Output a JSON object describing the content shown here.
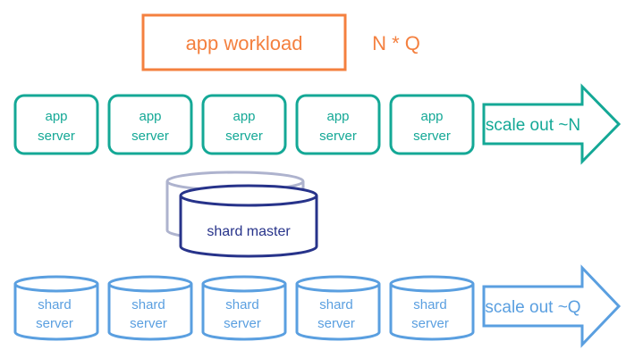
{
  "colors": {
    "workload": "#F4803F",
    "app": "#14A896",
    "master": "#27338A",
    "master_shadow": "#AEB3CE",
    "shard": "#5A9FE0"
  },
  "workload": {
    "label": "app workload",
    "formula": "N * Q"
  },
  "app_servers": [
    {
      "line1": "app",
      "line2": "server"
    },
    {
      "line1": "app",
      "line2": "server"
    },
    {
      "line1": "app",
      "line2": "server"
    },
    {
      "line1": "app",
      "line2": "server"
    },
    {
      "line1": "app",
      "line2": "server"
    }
  ],
  "app_scale": {
    "label": "scale out ~N"
  },
  "shard_master": {
    "label": "shard master"
  },
  "shard_servers": [
    {
      "line1": "shard",
      "line2": "server"
    },
    {
      "line1": "shard",
      "line2": "server"
    },
    {
      "line1": "shard",
      "line2": "server"
    },
    {
      "line1": "shard",
      "line2": "server"
    },
    {
      "line1": "shard",
      "line2": "server"
    }
  ],
  "shard_scale": {
    "label": "scale out ~Q"
  }
}
